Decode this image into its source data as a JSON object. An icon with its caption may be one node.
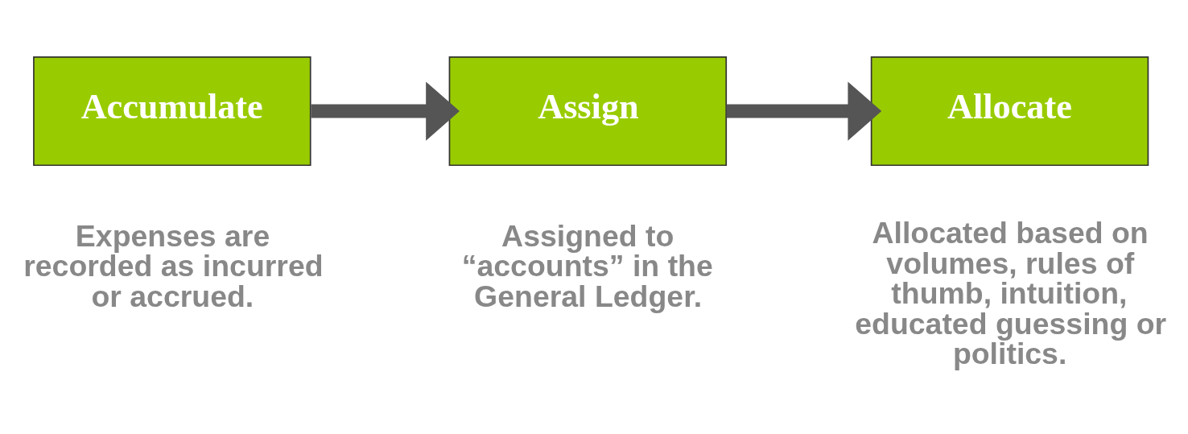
{
  "diagram": {
    "nodes": [
      {
        "text": [
          "Accumulate"
        ],
        "beside": [
          "Expenses are recorded as incurred or accrued."
        ]
      },
      {
        "text": [
          "Assign"
        ],
        "beside": [
          "Assigned to “accounts” in the General Ledger."
        ]
      },
      {
        "text": [
          "Allocate"
        ],
        "beside": [
          "Allocated based on volumes, rules of thumb, intuition, educated guessing or politics."
        ]
      }
    ],
    "edges": [
      {
        "from": 0,
        "to": 1,
        "arrow": "to"
      },
      {
        "from": 1,
        "to": 2,
        "arrow": "to"
      }
    ]
  }
}
